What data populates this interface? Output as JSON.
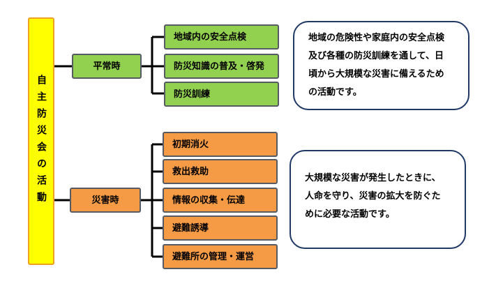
{
  "root": {
    "label": "自主防災会の活動"
  },
  "colors": {
    "root_fill": "#ffff00",
    "root_border": "#f0a020",
    "normal": "#92d050",
    "disaster": "#f59a45",
    "desc_border": "#1f3864"
  },
  "categories": [
    {
      "label": "平常時",
      "items": [
        "地域内の安全点検",
        "防災知識の普及・啓発",
        "防災訓練"
      ],
      "description": [
        "地域の危険性や家庭内の安全点検",
        "及び各種の防災訓練を通して、日",
        "頃から大規模な災害に備えるため",
        "の活動です。"
      ]
    },
    {
      "label": "災害時",
      "items": [
        "初期消火",
        "救出救助",
        "情報の収集・伝達",
        "避難誘導",
        "避難所の管理・運営"
      ],
      "description": [
        "大規模な災害が発生したときに、",
        "人命を守り、災害の拡大を防ぐた",
        "めに必要な活動です。"
      ]
    }
  ]
}
